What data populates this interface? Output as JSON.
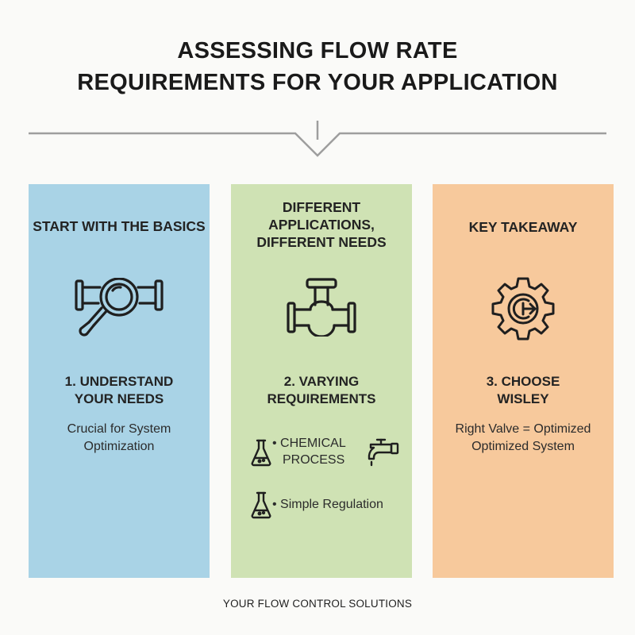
{
  "header": {
    "title_line1": "ASSESSING FLOW RATE",
    "title_line2": "REQUIREMENTS FOR YOUR APPLICATION"
  },
  "colors": {
    "panel_blue": "#a9d3e6",
    "panel_green": "#cfe2b4",
    "panel_orange": "#f7c99c",
    "divider": "#9e9e9e"
  },
  "panels": [
    {
      "heading": "START WITH THE BASICS",
      "icon": "pipe-magnifier-icon",
      "step_line1": "1. UNDERSTAND",
      "step_line2": "YOUR NEEDS",
      "body_line1": "Crucial for System",
      "body_line2": "Optimization"
    },
    {
      "heading_line1": "DIFFERENT",
      "heading_line2": "APPLICATIONS,",
      "heading_line3": "DIFFERENT NEEDS",
      "icon": "pipe-valve-icon",
      "step_line1": "2. VARYING",
      "step_line2": "REQUIREMENTS",
      "bullets": [
        {
          "line1": "• CHEMICAL",
          "line2": "PROCESS",
          "icon": "flask-icon",
          "side_icon": "faucet-icon"
        },
        {
          "line1": "• Simple Regulation",
          "icon": "flask-icon"
        }
      ]
    },
    {
      "heading": "KEY TAKEAWAY",
      "icon": "gear-arrow-icon",
      "step_line1": "3. CHOOSE",
      "step_line2": "WISLEY",
      "body_line1": "Right Valve = Optimized",
      "body_line2": "Optimized System"
    }
  ],
  "footer": "YOUR FLOW CONTROL SOLUTIONS"
}
